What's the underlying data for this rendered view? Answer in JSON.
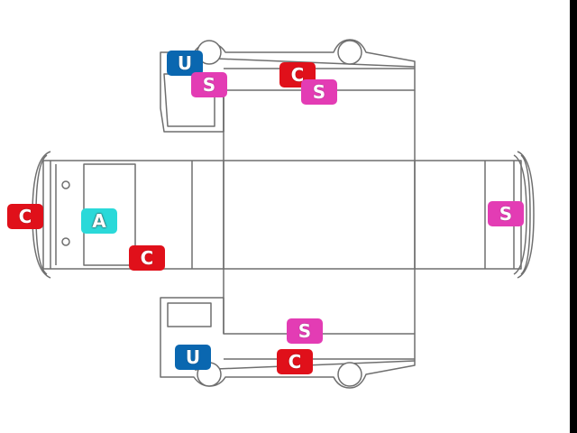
{
  "diagram": {
    "colors": {
      "outline": "#6f6f6f",
      "background": "#ffffff",
      "edge_bar": "#000000"
    },
    "marker_types": {
      "C": "#e0101a",
      "S": "#e33cb4",
      "U": "#0a67b0",
      "A": "#2ad9d9"
    },
    "markers": [
      {
        "id": "u-top",
        "label": "U",
        "type": "U"
      },
      {
        "id": "s-top-left",
        "label": "S",
        "type": "S"
      },
      {
        "id": "c-top",
        "label": "C",
        "type": "C"
      },
      {
        "id": "s-top-right",
        "label": "S",
        "type": "S"
      },
      {
        "id": "c-left",
        "label": "C",
        "type": "C"
      },
      {
        "id": "a-front",
        "label": "A",
        "type": "A"
      },
      {
        "id": "c-front-bottom",
        "label": "C",
        "type": "C"
      },
      {
        "id": "s-rear",
        "label": "S",
        "type": "S"
      },
      {
        "id": "s-bottom",
        "label": "S",
        "type": "S"
      },
      {
        "id": "u-bottom",
        "label": "U",
        "type": "U"
      },
      {
        "id": "c-bottom",
        "label": "C",
        "type": "C"
      }
    ]
  }
}
